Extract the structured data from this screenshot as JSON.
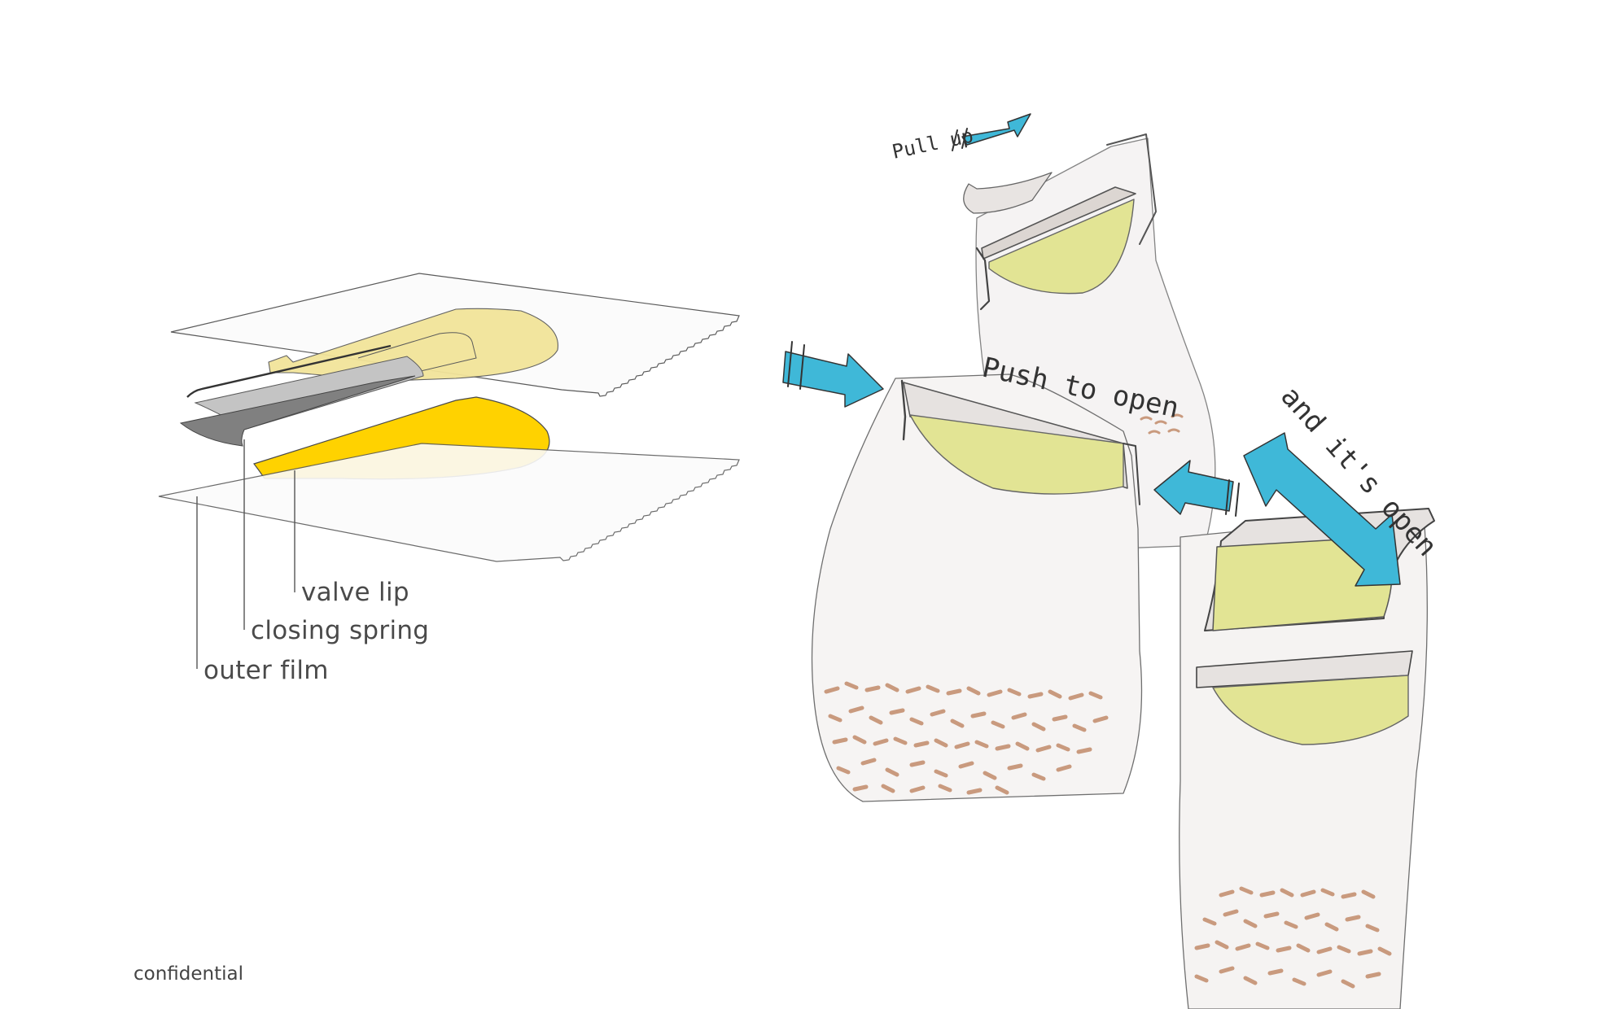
{
  "labels": {
    "valve_lip": "valve lip",
    "closing_spring": "closing spring",
    "outer_film": "outer film"
  },
  "sketch_notes": {
    "pull_up": "Pull up",
    "push_to_open": "Push to open",
    "and_its_open": "and it's open"
  },
  "footer": "confidential",
  "colors": {
    "valve_yellow": "#ffd200",
    "valve_pale": "#f2e49a",
    "arrow_blue": "#3fb8d8",
    "sketch_yellow": "#e4e89a",
    "grain": "#c99a7e"
  }
}
